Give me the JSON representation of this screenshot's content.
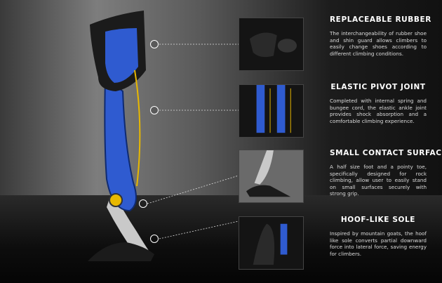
{
  "features": [
    {
      "title": "REPLACEABLE RUBBER",
      "text": "The interchangeability of rubber shoe and shin guard allows climbers to easily change shoes according to different climbing conditions."
    },
    {
      "title": "ELASTIC PIVOT JOINT",
      "text": "Completed with internal spring and bungee cord, the elastic ankle joint provides shock absorption and a comfortable climbing experience."
    },
    {
      "title": "SMALL CONTACT SURFACE",
      "text": "A half size foot and a pointy toe, specifically designed for rock climbing, allow user to easily stand on small surfaces securely with strong grip."
    },
    {
      "title": "HOOF-LIKE SOLE",
      "text": "Inspired by mountain goats, the hoof like sole converts partial downward force into lateral force, saving energy for climbers."
    }
  ],
  "colors": {
    "blue": "#2f5bd0",
    "yellow": "#e8b800",
    "rubber": "#1b1b1b",
    "metal": "#c9c9c9"
  }
}
